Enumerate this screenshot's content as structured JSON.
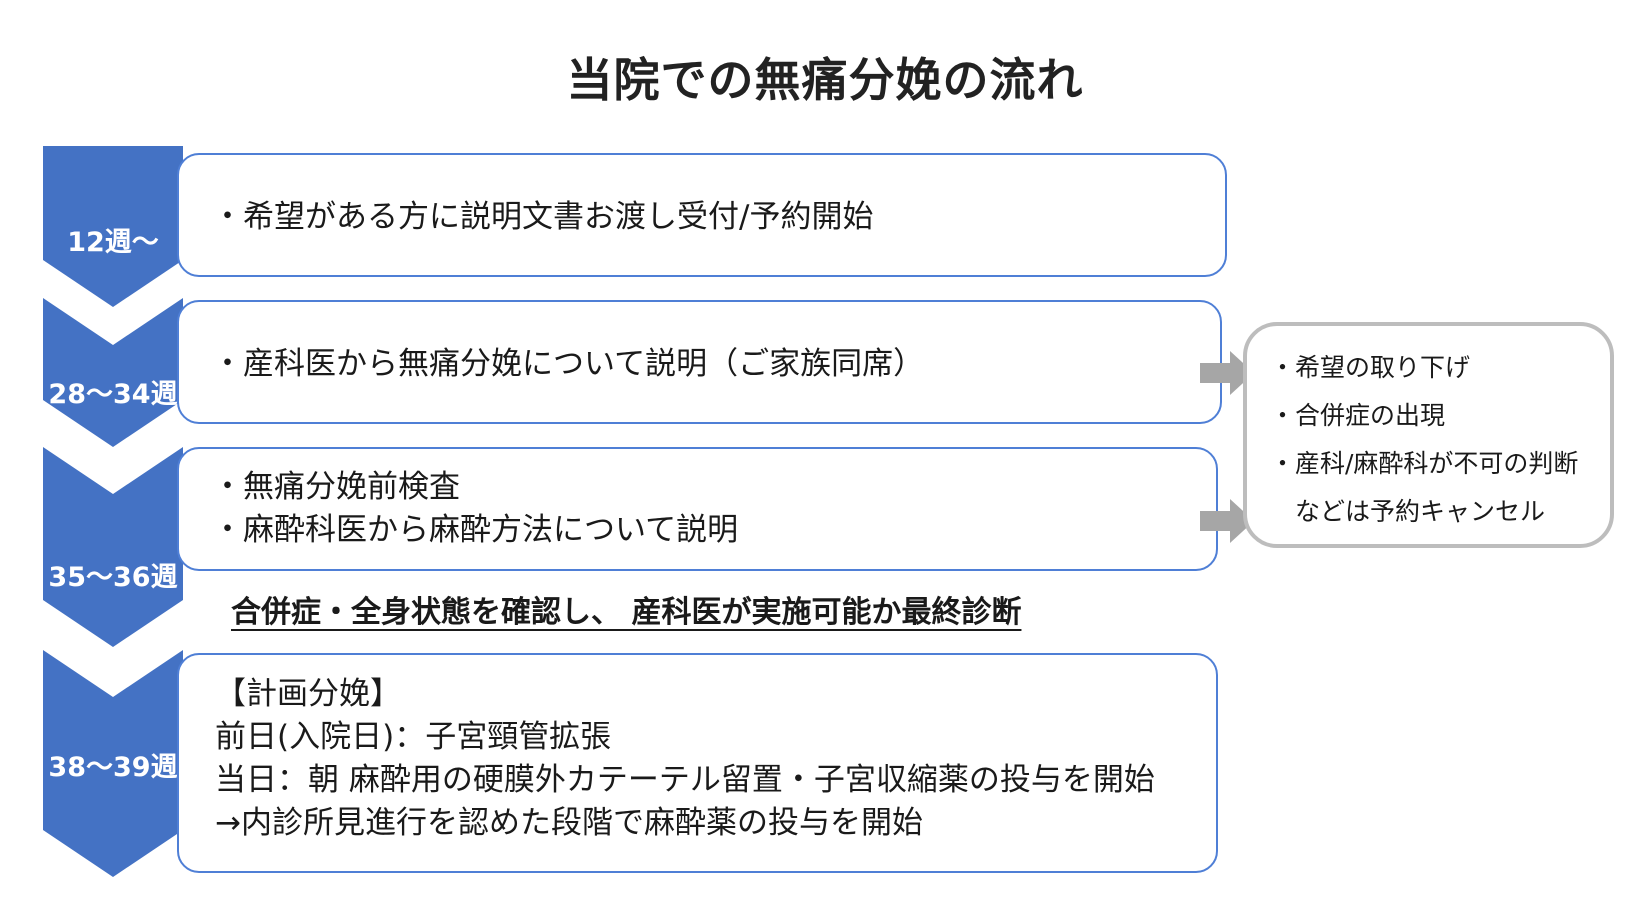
{
  "title": "当院での無痛分娩の流れ",
  "colors": {
    "chevron": "#4472c4",
    "box_border": "#4f7fd6",
    "side_border": "#bdbdbd",
    "arrow": "#a6a6a6"
  },
  "stages": [
    {
      "week": "12週〜",
      "lines": [
        "・希望がある方に説明文書お渡し受付/予約開始"
      ]
    },
    {
      "week": "28〜34週",
      "lines": [
        "・産科医から無痛分娩について説明（ご家族同席）"
      ]
    },
    {
      "week": "35〜36週",
      "lines": [
        "・無痛分娩前検査",
        "・麻酔科医から麻酔方法について説明"
      ]
    },
    {
      "week": "38〜39週",
      "lines": [
        "【計画分娩】",
        "前日(入院日)：子宮頸管拡張",
        "当日：朝 麻酔用の硬膜外カテーテル留置・子宮収縮薬の投与を開始",
        "→内診所見進行を認めた段階で麻酔薬の投与を開始"
      ]
    }
  ],
  "assessment_note": "合併症・全身状態を確認し、 産科医が実施可能か最終診断",
  "cancellation": {
    "lines": [
      "・希望の取り下げ",
      "・合併症の出現",
      "・産科/麻酔科が不可の判断",
      "　などは予約キャンセル"
    ]
  }
}
